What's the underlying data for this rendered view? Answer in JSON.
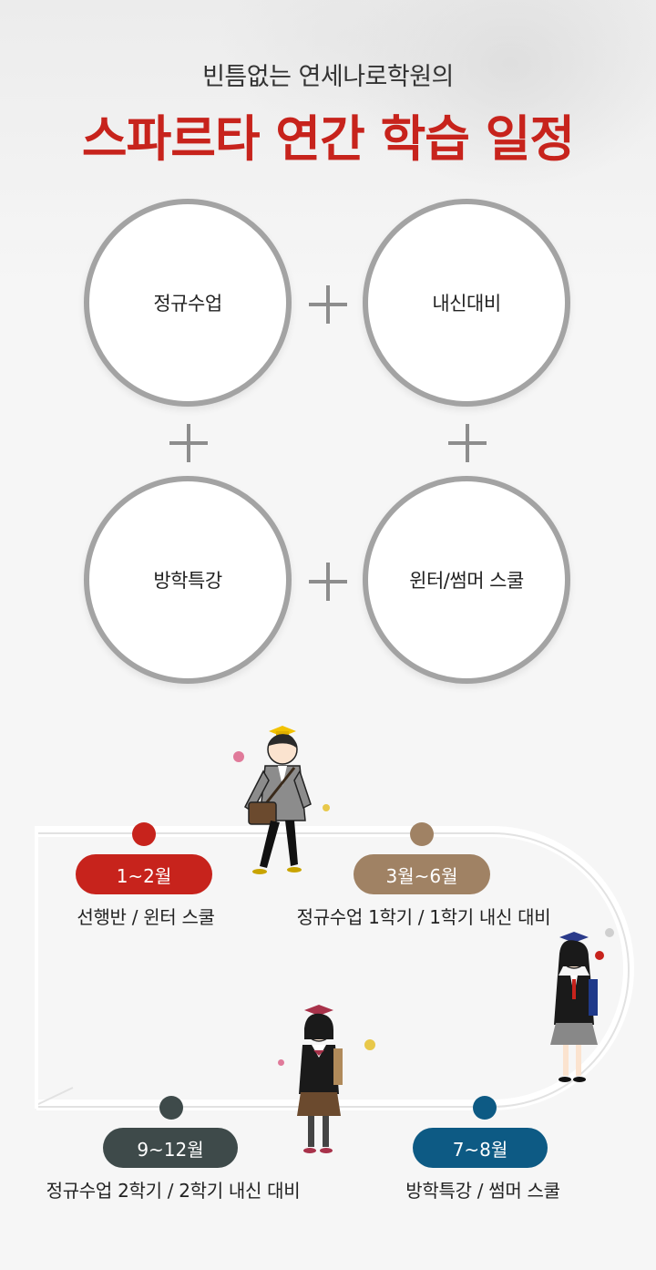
{
  "header": {
    "subtitle": "빈틈없는 연세나로학원의",
    "title": "스파르타 연간 학습 일정"
  },
  "components": [
    {
      "label": "정규수업"
    },
    {
      "label": "내신대비"
    },
    {
      "label": "방학특강"
    },
    {
      "label": "윈터/썸머 스쿨"
    }
  ],
  "timeline": [
    {
      "period": "1~2월",
      "description": "선행반 / 윈터 스쿨",
      "color": "#c7231c"
    },
    {
      "period": "3월~6월",
      "description": "정규수업 1학기 / 1학기 내신 대비",
      "color": "#a08264"
    },
    {
      "period": "7~8월",
      "description": "방학특강 / 썸머 스쿨",
      "color": "#0d5a84"
    },
    {
      "period": "9~12월",
      "description": "정규수업 2학기 / 2학기 내신 대비",
      "color": "#3e4a4a"
    }
  ],
  "colors": {
    "accent": "#c7231c",
    "circle_border": "#a3a3a3",
    "track": "#ffffff"
  },
  "icons": [
    "plus-icon",
    "student-boy-illustration",
    "student-girl-illustration",
    "flower-icon"
  ]
}
